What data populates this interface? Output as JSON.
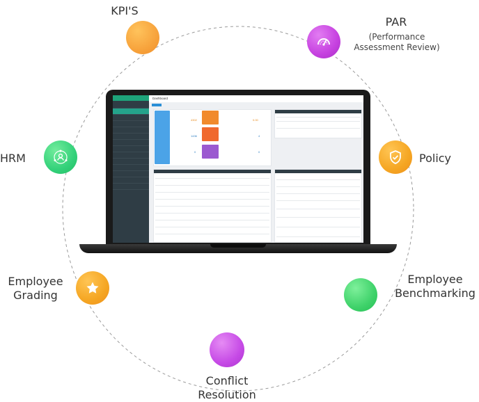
{
  "features": {
    "kpis": {
      "label": "KPI'S",
      "icon": "circle-icon",
      "color": "#f7a33c"
    },
    "par": {
      "label": "PAR",
      "sublabel": "(Performance\nAssessment Review)",
      "icon": "speedometer-icon",
      "color": "#c641e0"
    },
    "policy": {
      "label": "Policy",
      "icon": "shield-check-icon",
      "color": "#f5a623"
    },
    "benchmarking": {
      "label": "Employee\nBenchmarking",
      "icon": "circle-icon",
      "color": "#3fd26a"
    },
    "conflict": {
      "label": "Conflict\nResolution",
      "icon": "circle-icon",
      "color": "#c64ae6"
    },
    "grading": {
      "label": "Employee\nGrading",
      "icon": "star-icon",
      "color": "#f5a623"
    },
    "hrm": {
      "label": "HRM",
      "icon": "people-network-icon",
      "color": "#33d17a"
    }
  },
  "laptop": {
    "app_title": "Dashboard",
    "stats": {
      "total": "4302",
      "pending": "1436",
      "amount": "0.00",
      "zero1": "0",
      "zero2": "0",
      "small": "4"
    }
  }
}
